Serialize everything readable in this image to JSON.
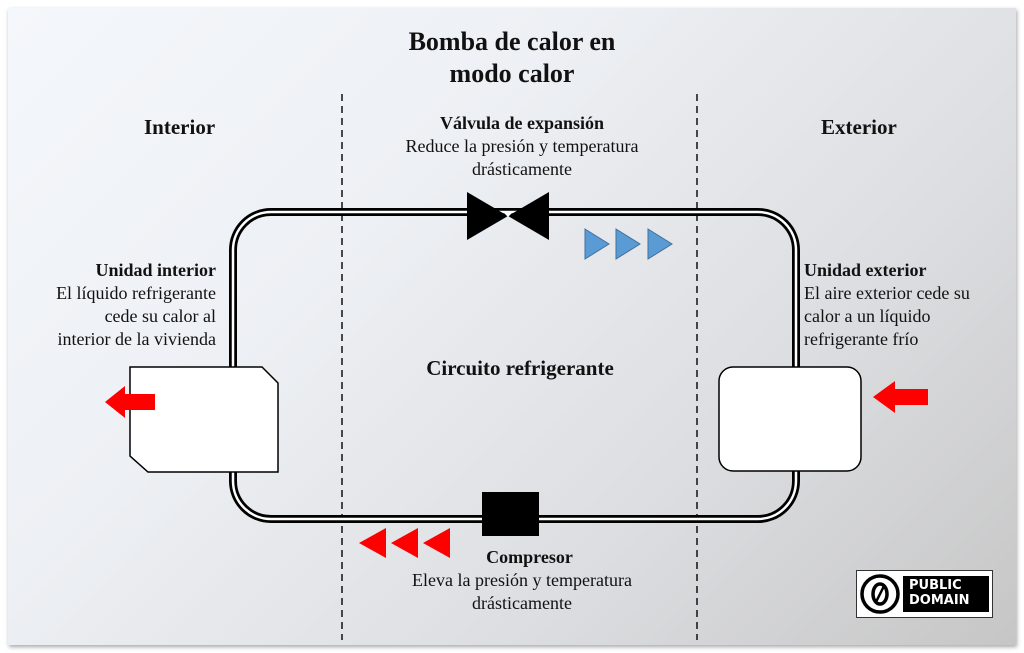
{
  "title": {
    "line1": "Bomba de calor en",
    "line2": "modo calor"
  },
  "zones": {
    "interior": "Interior",
    "exterior": "Exterior"
  },
  "valve": {
    "name": "Válvula de expansión",
    "desc_line1": "Reduce la presión y temperatura",
    "desc_line2": "drásticamente"
  },
  "indoor_unit": {
    "name": "Unidad interior",
    "desc_line1": "El líquido refrigerante",
    "desc_line2": "cede su calor al",
    "desc_line3": "interior de la vivienda"
  },
  "outdoor_unit": {
    "name": "Unidad exterior",
    "desc_line1": "El aire exterior cede su",
    "desc_line2": "calor a un líquido",
    "desc_line3": "refrigerante frío"
  },
  "circuit": {
    "label": "Circuito refrigerante"
  },
  "compressor": {
    "name": "Compresor",
    "desc_line1": "Eleva la presión y temperatura",
    "desc_line2": "drásticamente"
  },
  "license": {
    "line1": "PUBLIC",
    "line2": "DOMAIN"
  },
  "colors": {
    "cold_flow": "#5b9bd5",
    "hot_flow": "#ff0000",
    "pipe": "#000000"
  }
}
